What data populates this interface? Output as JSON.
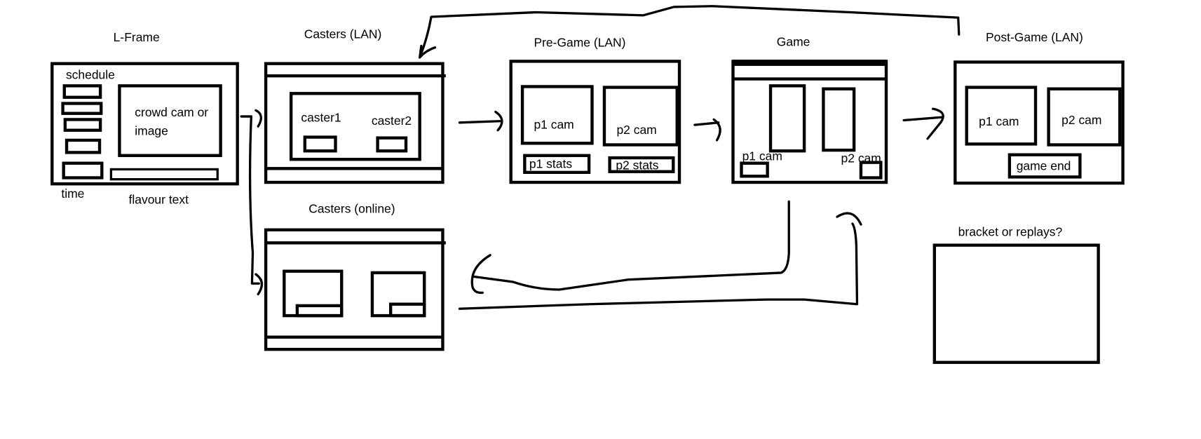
{
  "diagram": {
    "stroke_color": "#000000",
    "background": "#ffffff",
    "screens": {
      "lframe": {
        "title": "L-Frame",
        "schedule": "schedule",
        "crowd_line1": "crowd cam or",
        "crowd_line2": "image",
        "time": "time",
        "flavour": "flavour text"
      },
      "casters_lan": {
        "title": "Casters (LAN)",
        "caster1": "caster1",
        "caster2": "caster2"
      },
      "casters_online": {
        "title": "Casters (online)"
      },
      "pregame": {
        "title": "Pre-Game (LAN)",
        "p1cam": "p1 cam",
        "p2cam": "p2 cam",
        "p1stats": "p1 stats",
        "p2stats": "p2 stats"
      },
      "game": {
        "title": "Game",
        "p1cam": "p1 cam",
        "p2cam": "p2 cam"
      },
      "postgame": {
        "title": "Post-Game (LAN)",
        "p1cam": "p1 cam",
        "p2cam": "p2 cam",
        "gameend": "game end"
      },
      "bracket": {
        "title": "bracket or replays?"
      }
    },
    "connections": [
      {
        "from": "L-Frame",
        "to": "Casters (LAN)"
      },
      {
        "from": "L-Frame",
        "to": "Casters (online)"
      },
      {
        "from": "Casters (LAN)",
        "to": "Pre-Game (LAN)"
      },
      {
        "from": "Pre-Game (LAN)",
        "to": "Game"
      },
      {
        "from": "Game",
        "to": "Post-Game (LAN)"
      },
      {
        "from": "Post-Game (LAN)",
        "to": "Casters (LAN)"
      },
      {
        "from": "Game",
        "to": "Casters (online)"
      },
      {
        "from": "Casters (online)",
        "to": "Game"
      }
    ]
  }
}
